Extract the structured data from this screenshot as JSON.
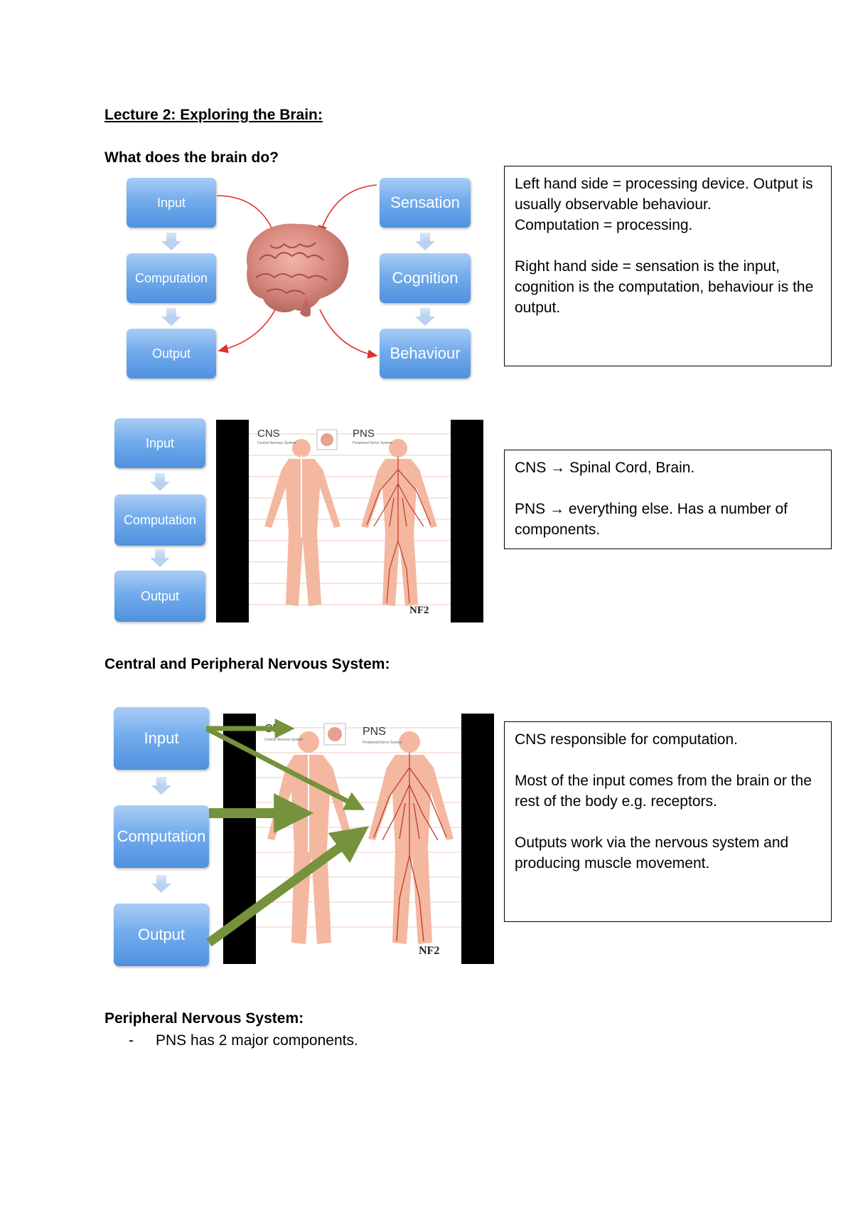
{
  "title": "Lecture 2: Exploring the Brain:",
  "question": "What does the brain do?",
  "section1": {
    "left_flow": [
      "Input",
      "Computation",
      "Output"
    ],
    "right_flow": [
      "Sensation",
      "Cognition",
      "Behaviour"
    ],
    "note": [
      "Left hand side = processing device. Output is usually observable behaviour.",
      "Computation = processing.",
      "Right hand side = sensation is the input, cognition is the computation, behaviour is the output."
    ]
  },
  "section2": {
    "flow": [
      "Input",
      "Computation",
      "Output"
    ],
    "figure_labels": {
      "cns": "CNS",
      "pns": "PNS",
      "cns_sub": "Central Nervous System",
      "pns_sub": "Peripheral Nerve System",
      "logo": "NF2"
    },
    "note": [
      "CNS → Spinal Cord, Brain.",
      "PNS → everything else. Has a number of components."
    ]
  },
  "cnp_heading": "Central and Peripheral Nervous System:",
  "section3": {
    "flow": [
      "Input",
      "Computation",
      "Output"
    ],
    "figure_labels": {
      "cns": "CNS",
      "pns": "PNS",
      "cns_sub": "Central Nervous System",
      "pns_sub": "Peripheral Nerve System",
      "logo": "NF2"
    },
    "note": [
      "CNS responsible for computation.",
      "Most of the input comes from the brain or the rest of the body e.g. receptors.",
      "Outputs work via the nervous system and producing muscle movement."
    ]
  },
  "pns_heading": "Peripheral Nervous System:",
  "pns_bullets": [
    "PNS has 2 major components."
  ],
  "colors": {
    "box_top": "#a9cdf5",
    "box_bottom": "#4f91df",
    "green_arrow": "#76923c",
    "red_arrow": "#e03030",
    "body": "#f4b79f",
    "nerve": "#c0392b"
  }
}
